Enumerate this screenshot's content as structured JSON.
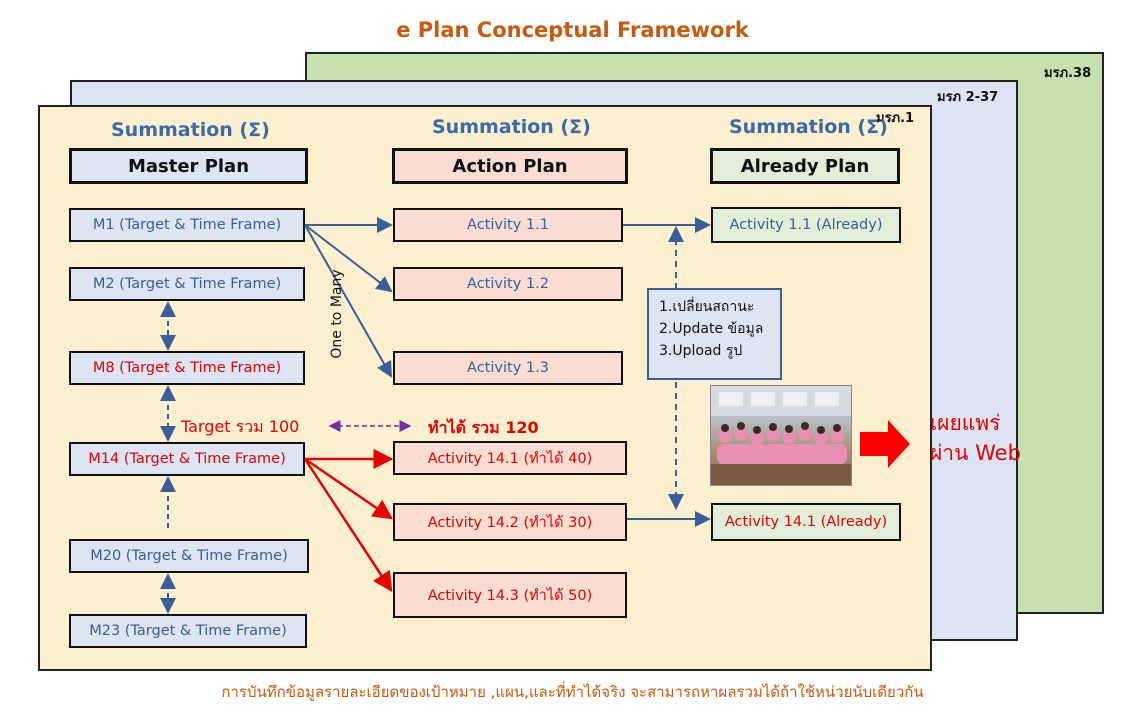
{
  "title": "e Plan Conceptual Framework",
  "layers": {
    "back": "มรภ.38",
    "middle": "มรภ 2-37",
    "front": "มรภ.1"
  },
  "columns": {
    "master": {
      "summation": "Summation (Σ)",
      "header": "Master Plan"
    },
    "action": {
      "summation": "Summation (Σ)",
      "header": "Action Plan"
    },
    "already": {
      "summation": "Summation (Σ)",
      "header": "Already Plan"
    }
  },
  "master_items": [
    "M1 (Target & Time Frame)",
    "M2 (Target & Time Frame)",
    "M8 (Target & Time Frame)",
    "M14 (Target & Time Frame)",
    "M20 (Target & Time Frame)",
    "M23 (Target & Time Frame)"
  ],
  "action_items": [
    "Activity 1.1",
    "Activity 1.2",
    "Activity 1.3",
    "Activity 14.1 (ทำได้ 40)",
    "Activity 14.2 (ทำได้ 30)",
    "Activity 14.3 (ทำได้ 50)"
  ],
  "already_items": [
    "Activity 1.1 (Already)",
    "Activity 14.1 (Already)"
  ],
  "one_to_many": "One to Many",
  "target_total": "Target รวม 100",
  "achieved_total": "ทำได้ รวม 120",
  "steps": [
    "1.เปลี่ยนสถานะ",
    "2.Update ข้อมูล",
    "3.Upload รูป"
  ],
  "publish": {
    "line1": "เผยแพร่",
    "line2": "ผ่าน Web"
  },
  "footer": "การบันทึกข้อมูลรายละเอียดของเป้าหมาย ,แผน,และที่ทำได้จริง จะสามารถหาผลรวมได้ถ้าใช้หน่วยนับเดียวกัน",
  "colors": {
    "title": "#c55a11",
    "blue_text": "#3a5e9a",
    "red": "#e60000",
    "front_bg": "#fdf0d0",
    "middle_bg": "#dce3f2",
    "back_bg": "#c6e0b0"
  },
  "icons": [
    "arrow-right-icon",
    "photo-thumbnail"
  ]
}
